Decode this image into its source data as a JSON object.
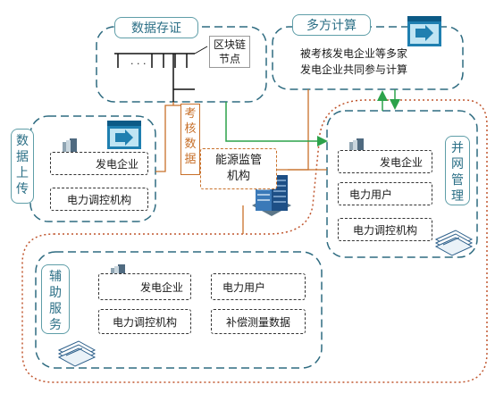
{
  "diagram": {
    "data_storage": {
      "title": "数据存证",
      "blockchain_node": "区块链\n节点",
      "ellipsis": "· · ·"
    },
    "multi_party": {
      "title": "多方计算",
      "description_line1": "被考核发电企业等多家",
      "description_line2": "发电企业共同参与计算"
    },
    "data_upload": {
      "title": "数据上传",
      "item1": "发电企业",
      "item2": "电力调控机构"
    },
    "assessment_data": "考核数据",
    "regulator": "能源监管\n机构",
    "grid_connection": {
      "title": "并网管理",
      "item1": "发电企业",
      "item2": "电力用户",
      "item3": "电力调控机构"
    },
    "auxiliary_service": {
      "title": "辅助服务",
      "item1": "发电企业",
      "item2": "电力用户",
      "item3": "电力调控机构",
      "item4": "补偿测量数据"
    },
    "colors": {
      "teal_border": "#5f9ea8",
      "dashed_group": "#2e6b80",
      "orange_line": "#c8702a",
      "green_arrow": "#2ca24a",
      "dotted_red": "#c0562e"
    }
  }
}
